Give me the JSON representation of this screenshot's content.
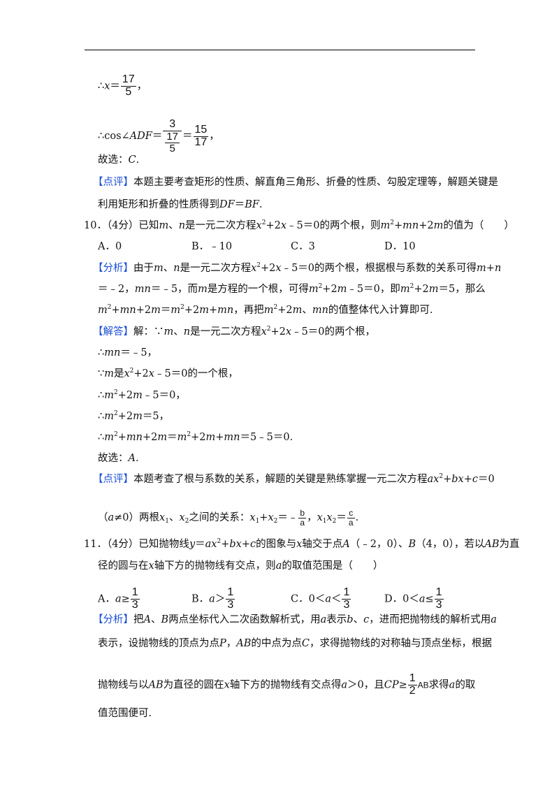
{
  "prev": {
    "x_prefix": "∴",
    "x_var": "x",
    "x_eq": "＝",
    "x_num": "17",
    "x_den": "5",
    "x_end": "，",
    "cos_prefix": "∴cos∠",
    "cos_var": "ADF",
    "cos_eq": "＝",
    "cos_num": "3",
    "cos_den_num": "17",
    "cos_den_den": "5",
    "cos_eq2": "＝",
    "cos_res_num": "15",
    "cos_res_den": "17",
    "cos_end": "，",
    "answer_prefix": "故选：",
    "answer": "C",
    "answer_end": ".",
    "comment_tag": "【点评】",
    "comment_1": "本题主要考查矩形的性质、解直角三角形、折叠的性质、勾股定理等，解题关键是",
    "comment_2a": "利用矩形和折叠的性质得到",
    "comment_2b": "DF",
    "comment_2c": "＝",
    "comment_2d": "BF",
    "comment_2e": "."
  },
  "q10": {
    "number": "10．（4分）已知",
    "m": "m",
    "sep": "、",
    "n": "n",
    "t1": "是一元二次方程",
    "x": "x",
    "sq": "2",
    "t2": "+2",
    "t3": "﹣5＝0的两个根，则",
    "t4": "+",
    "mn": "mn",
    "t5": "+2",
    "t6": "的值为（　　）",
    "options": [
      "A．0",
      "B．﹣10",
      "C．3",
      "D．10"
    ],
    "analysis_tag": "【分析】",
    "a1_1": "由于",
    "a1_2": "是一元二次方程",
    "a1_3": "﹣5＝0的两个根，根据根与系数的关系可得",
    "a1_4": "+",
    "a2_1": "＝﹣2，",
    "a2_2": "＝﹣5，而",
    "a2_3": "是方程的一个根，可得",
    "a2_4": "﹣5＝0，即",
    "a2_5": "＝5，那么",
    "a3_1": "＝",
    "a3_2": "，再把",
    "a3_3": "的值整体代入计算即可.",
    "solution_tag": "【解答】",
    "s1_1": "解：∵",
    "s1_2": "﹣5＝0的两个根，",
    "s2_1": "∴",
    "s2_2": "＝﹣5，",
    "s3_1": "∵",
    "s3_2": "是",
    "s3_3": "﹣5＝0的一个根，",
    "s4_2": "﹣5＝0，",
    "s5_2": "＝5，",
    "s6_2": "＝5﹣5＝0.",
    "answer_prefix": "故选：",
    "answer": "A",
    "answer_end": ".",
    "comment_tag": "【点评】",
    "c1": "本题考查了根与系数的关系，解题的关键是熟练掌握一元二次方程",
    "c1_eq": "ax",
    "c1_b": "+",
    "c1_bx": "bx",
    "c1_c": "+",
    "c1_cc": "c",
    "c1_end": "＝0",
    "c2_1": "（",
    "c2_a": "a",
    "c2_2": "≠0）两根",
    "c2_x": "x",
    "c2_sub1": "1",
    "c2_sub2": "2",
    "c2_3": "之间的关系：",
    "c2_4": "＝﹣",
    "c2_b": "b",
    "c2_aa": "a",
    "c2_5": "，",
    "c2_6": "＝",
    "c2_c": "c",
    "c2_end": "."
  },
  "q11": {
    "number": "11．（4分）已知抛物线",
    "y": "y",
    "t1": "＝",
    "t2": "的图象与",
    "t3": "轴交于点",
    "A": "A",
    "t4": "（﹣2，0）、",
    "B": "B",
    "t5": "（4，0），若以",
    "AB": "AB",
    "t6": "为直",
    "l2_1": "径的圆与在",
    "l2_2": "轴下方的抛物线有交点，则",
    "l2_3": "的取值范围是（　　）",
    "opt_a": "A．",
    "opt_b": "B．",
    "opt_c": "C．0＜",
    "opt_d": "D．0＜",
    "ge": "≥",
    "gt": "＞",
    "lt": "＜",
    "le": "≤",
    "one": "1",
    "three": "3",
    "analysis_tag": "【分析】",
    "a1_1": "把",
    "a1_2": "两点坐标代入二次函数解析式，用",
    "a1_3": "表示",
    "a1_4": "，进而把抛物线的解析式用",
    "a2_1": "表示，设抛物线的顶点为点",
    "P": "P",
    "a2_2": "的中点为点",
    "C": "C",
    "a2_3": "，求得抛物线的对称轴与顶点坐标，根据",
    "a3_1": "抛物线与以",
    "a3_2": "为直径的圆在",
    "a3_3": "轴下方的抛物线有交点得",
    "a3_4": "＞0，且",
    "CP": "CP",
    "a3_5": "≥",
    "half_num": "1",
    "half_den": "2",
    "a3_ab": "AB",
    "a3_6": "求得",
    "a3_7": "的取",
    "a4": "值范围便可."
  }
}
